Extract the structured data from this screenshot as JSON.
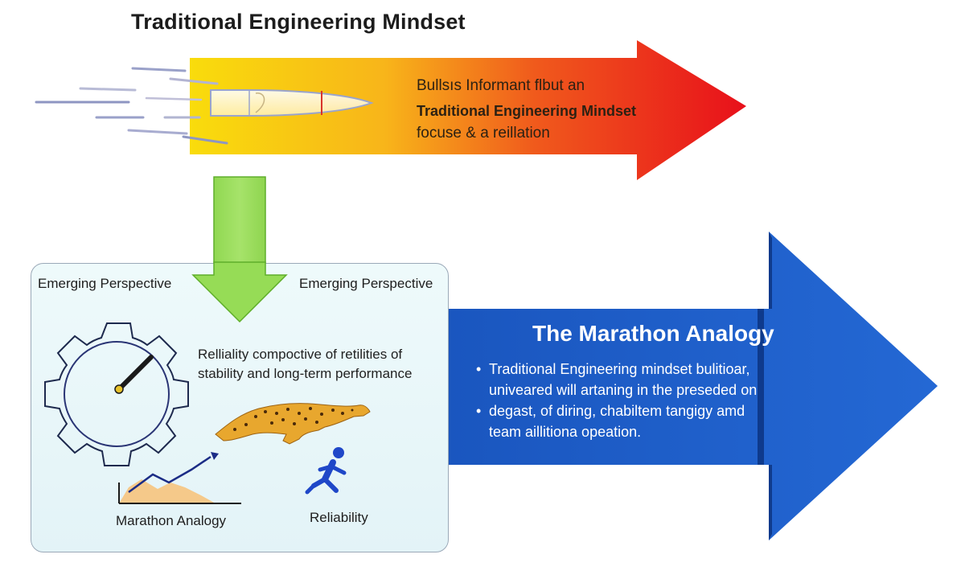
{
  "title": "Traditional Engineering Mindset",
  "red_arrow": {
    "lines": [
      "Bullsıs Informant flbut an",
      "Traditional Engineering Mindset",
      "focuse & a reillation"
    ]
  },
  "panel": {
    "label_left": "Emerging Perspective",
    "label_right": "Emerging Perspective",
    "body": [
      "Relliality compoctive of retilities of",
      "stability and long-term performance"
    ],
    "chart_label": "Marathon Analogy",
    "runner_label": "Reliability"
  },
  "blue_arrow": {
    "title": "The Marathon Analogy",
    "bullets": [
      {
        "lead": "•",
        "text": "Traditional Engineering mindset bulitioar,"
      },
      {
        "lead": "",
        "text": "univeared will artaning in the preseded on"
      },
      {
        "lead": "•",
        "text": "degast, of diring, chabiltem tangigy amd"
      },
      {
        "lead": "",
        "text": "team aillitiona opeation."
      }
    ]
  },
  "colors": {
    "red_start": "#f7d20a",
    "red_end": "#e8101b",
    "green_arrow": "#8fd84f",
    "blue_arrow": "#1d5fc8",
    "blue_dark": "#0e3a8c"
  }
}
